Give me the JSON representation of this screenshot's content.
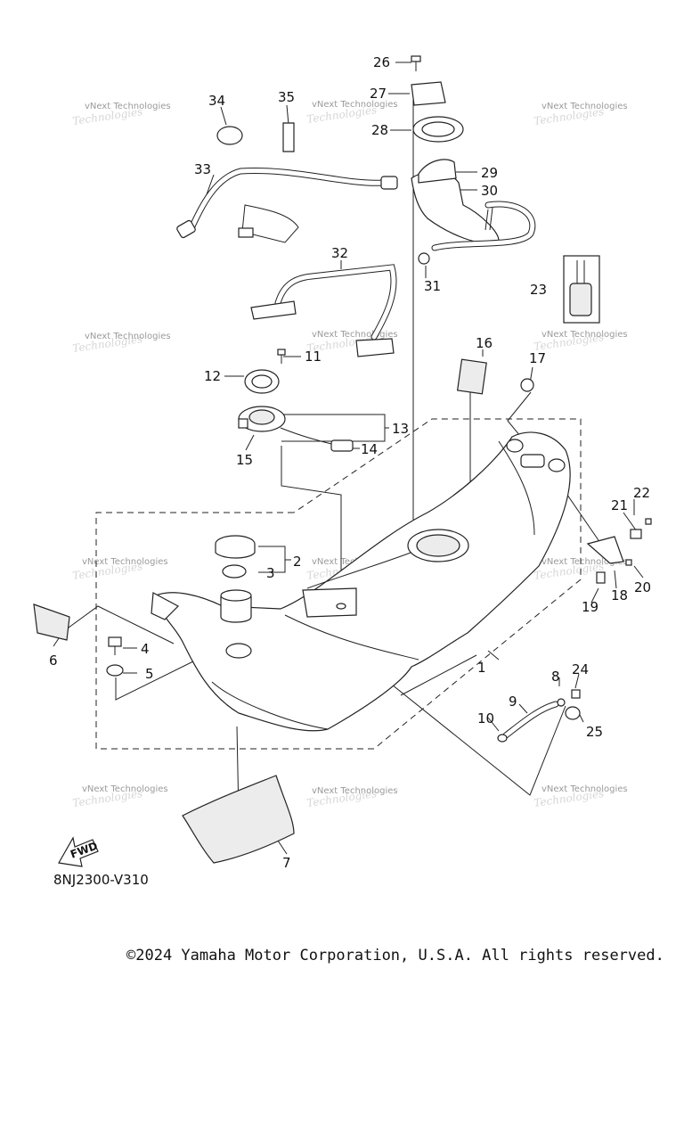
{
  "diagram": {
    "callouts": [
      "1",
      "2",
      "3",
      "4",
      "5",
      "6",
      "7",
      "8",
      "9",
      "10",
      "11",
      "12",
      "13",
      "14",
      "15",
      "16",
      "17",
      "18",
      "19",
      "20",
      "21",
      "22",
      "23",
      "24",
      "25",
      "26",
      "27",
      "28",
      "29",
      "30",
      "31",
      "32",
      "33",
      "34",
      "35"
    ],
    "watermark_text": "vNext Technologies",
    "diagram_code": "8NJ2300-V310",
    "fwd_label": "FWD"
  },
  "footer": {
    "copyright": "©2024 Yamaha Motor Corporation, U.S.A. All rights reserved."
  }
}
